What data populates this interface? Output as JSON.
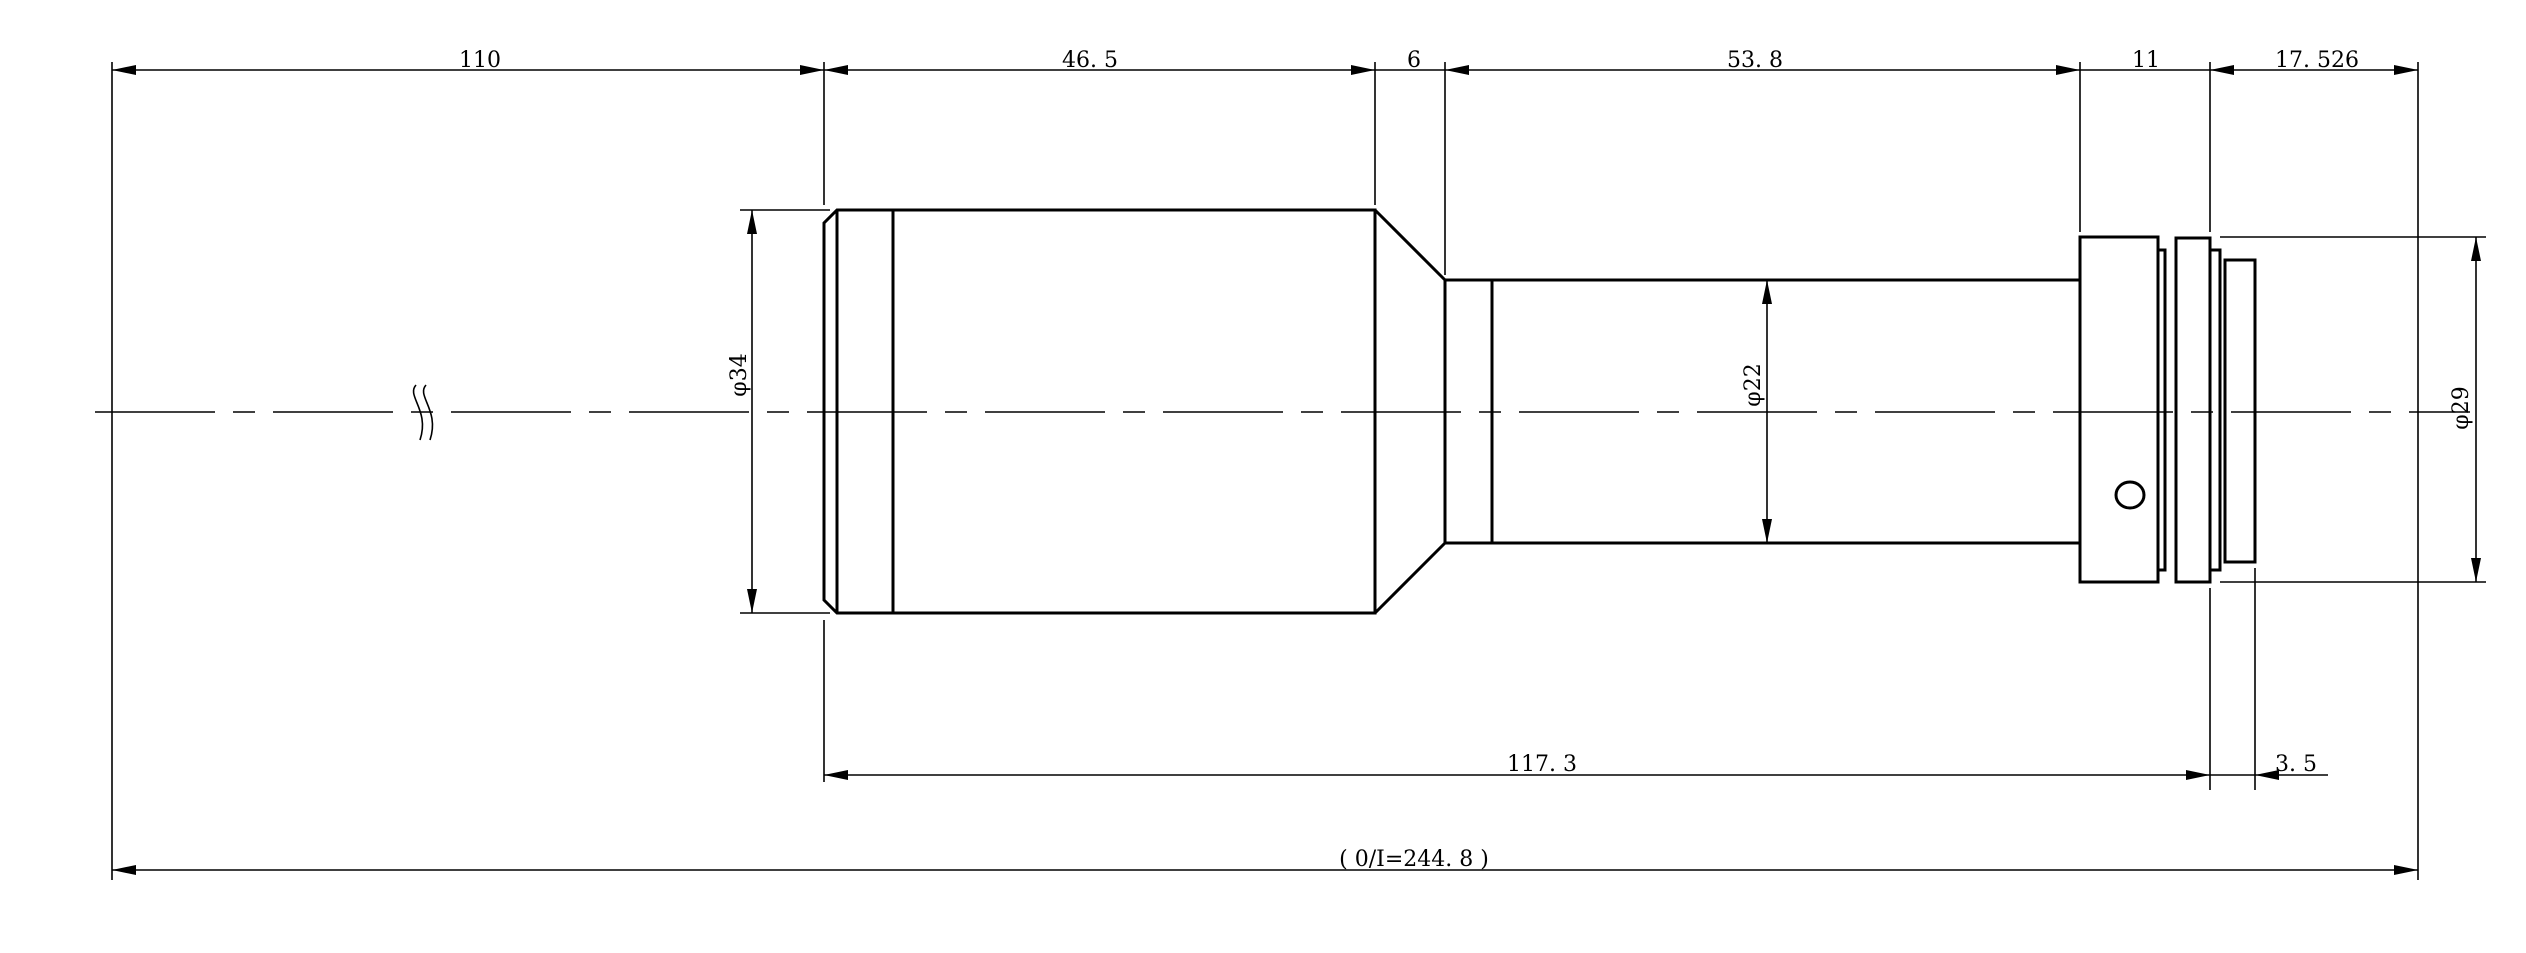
{
  "drawing": {
    "dimensions": {
      "d110": "110",
      "d46_5": "46. 5",
      "d6": "6",
      "d53_8": "53. 8",
      "d11": "11",
      "d17_526": "17. 526",
      "d117_3": "117. 3",
      "d3_5": "3. 5",
      "total": "( 0/I=244. 8 )",
      "dia34": "φ34",
      "dia22": "φ22",
      "dia29": "φ29"
    }
  }
}
